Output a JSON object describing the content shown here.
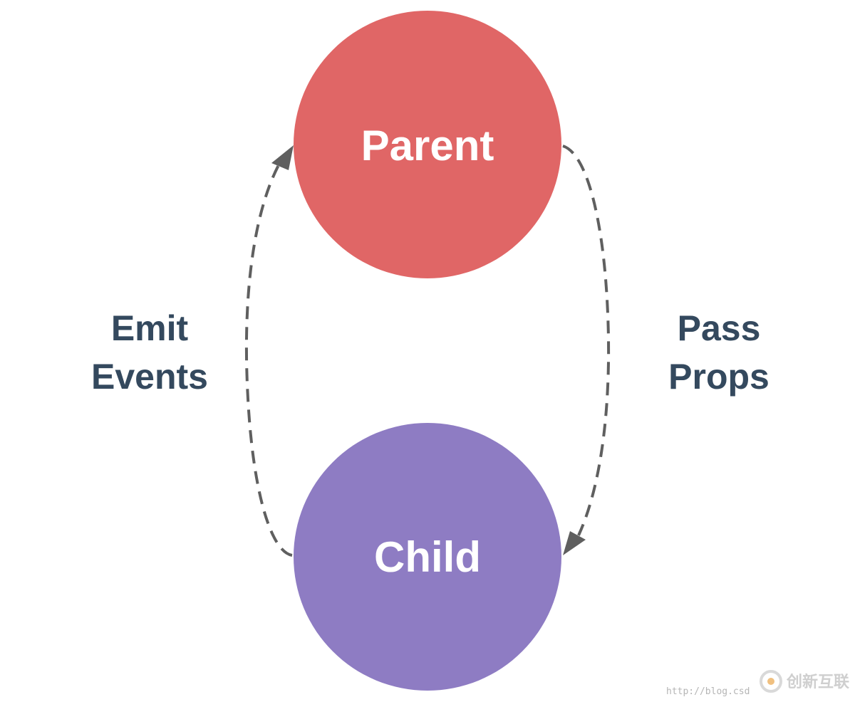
{
  "nodes": {
    "parent": {
      "label": "Parent",
      "color": "#e06666"
    },
    "child": {
      "label": "Child",
      "color": "#8e7cc3"
    }
  },
  "edges": {
    "emit": {
      "label_line1": "Emit",
      "label_line2": "Events"
    },
    "pass": {
      "label_line1": "Pass",
      "label_line2": "Props"
    }
  },
  "colors": {
    "label_text": "#34495e",
    "connector": "#5f5f5f",
    "node_text": "#ffffff"
  },
  "watermark": {
    "url": "http://blog.csd",
    "brand": "创新互联"
  }
}
